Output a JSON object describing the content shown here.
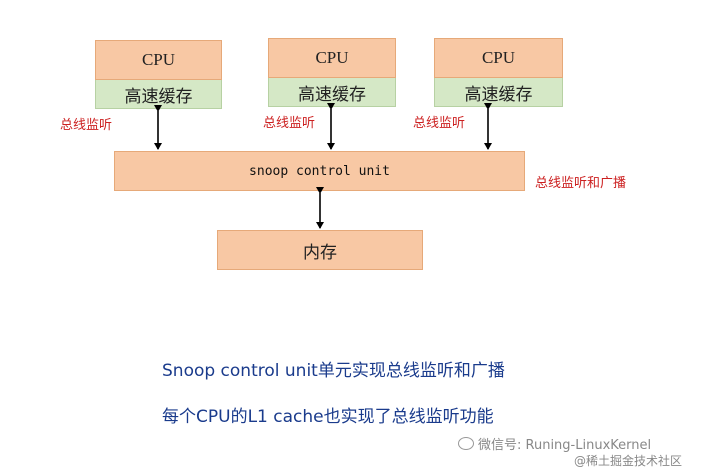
{
  "cpus": [
    {
      "label": "CPU",
      "cache": "高速缓存"
    },
    {
      "label": "CPU",
      "cache": "高速缓存"
    },
    {
      "label": "CPU",
      "cache": "高速缓存"
    }
  ],
  "bus_snoop_labels": [
    "总线监听",
    "总线监听",
    "总线监听"
  ],
  "scu_label": "snoop control unit",
  "scu_side_label": "总线监听和广播",
  "memory_label": "内存",
  "captions": [
    "Snoop control unit单元实现总线监听和广播",
    "每个CPU的L1 cache也实现了总线监听功能"
  ],
  "watermark": {
    "line1": "微信号: Runing-LinuxKernel",
    "line2": "@稀土掘金技术社区"
  }
}
